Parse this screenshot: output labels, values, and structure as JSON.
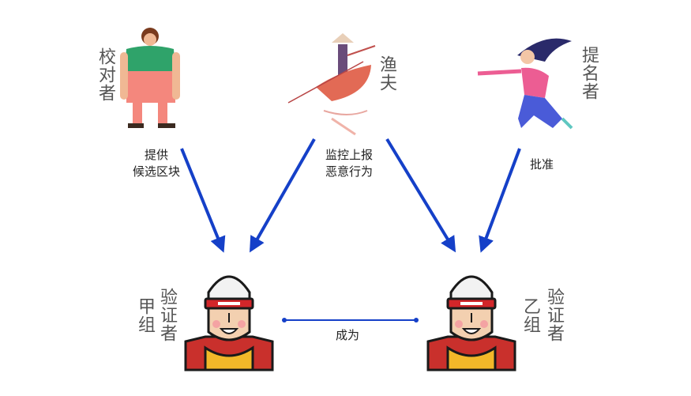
{
  "roles": {
    "proofreader": "校对者",
    "fisherman": "渔夫",
    "nominator": "提名者",
    "validator_a_group": "甲组",
    "validator_a_role": "验证者",
    "validator_b_group": "乙组",
    "validator_b_role": "验证者"
  },
  "edges": {
    "proofreader_line1": "提供",
    "proofreader_line2": "候选区块",
    "fisherman_line1": "监控上报",
    "fisherman_line2": "恶意行为",
    "nominator": "批准",
    "becomes": "成为"
  },
  "colors": {
    "arrow": "#1540c8",
    "connector": "#1540c8",
    "skin": "#f3d0b0",
    "visor": "#d2262a",
    "robe": "#c9302c"
  }
}
